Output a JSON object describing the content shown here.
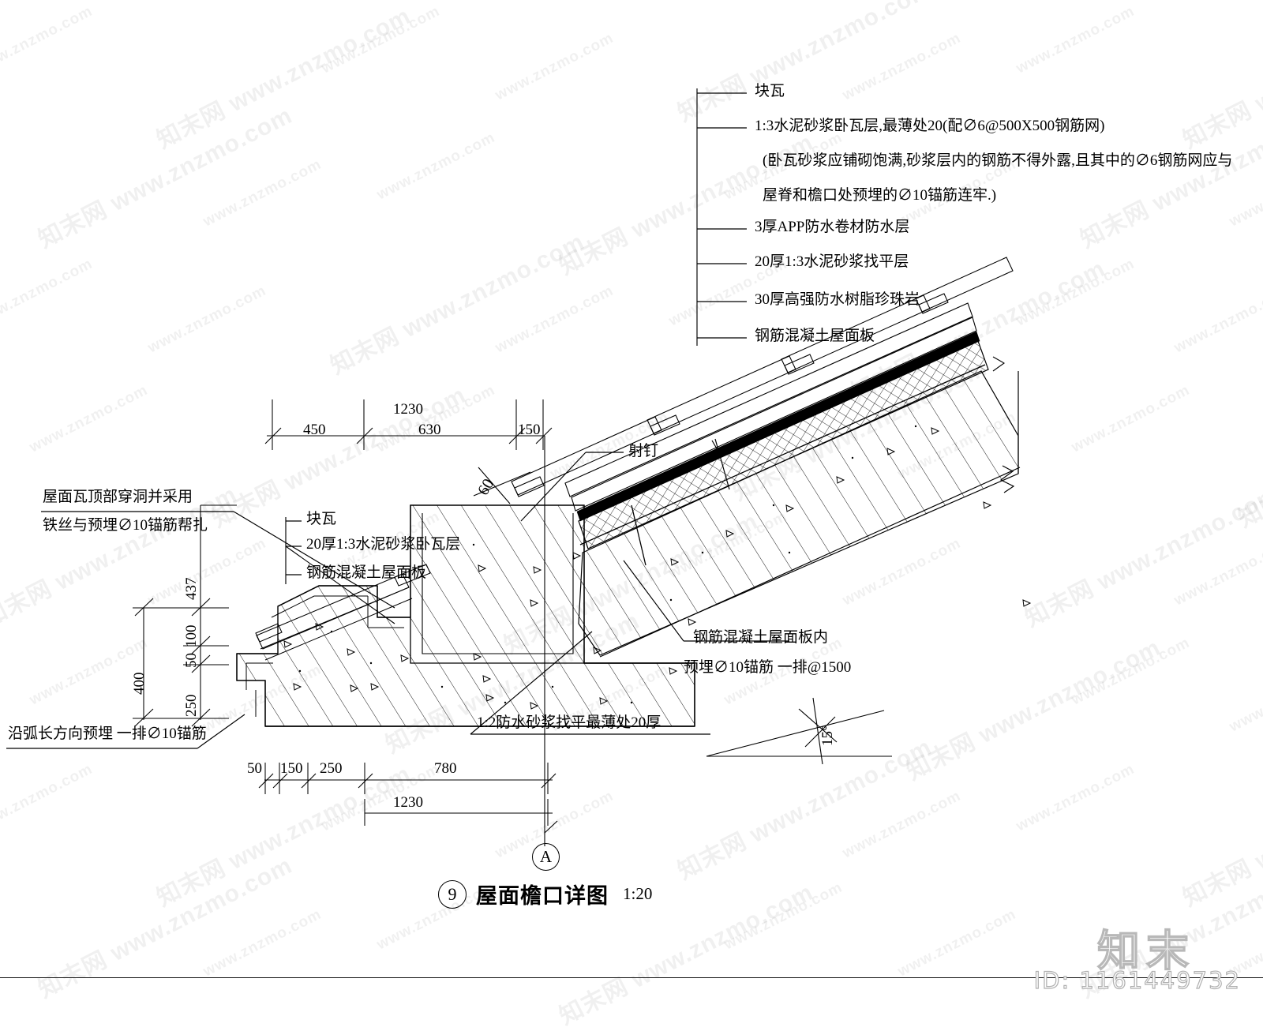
{
  "drawing": {
    "title": "屋面檐口详图",
    "detail_number": "9",
    "scale": "1:20",
    "section_marker": "A",
    "angle_note": "15°",
    "angle_note_60": "60"
  },
  "callouts_right": {
    "items": [
      "块瓦",
      "1:3水泥砂浆卧瓦层,最薄处20(配∅6@500X500钢筋网)",
      "(卧瓦砂浆应铺砌饱满,砂浆层内的钢筋不得外露,且其中的∅6钢筋网应与",
      "屋脊和檐口处预埋的∅10锚筋连牢.)",
      "3厚APP防水卷材防水层",
      "20厚1:3水泥砂浆找平层",
      "30厚高强防水树脂珍珠岩",
      "钢筋混凝土屋面板"
    ]
  },
  "callouts_middle": {
    "items": [
      "块瓦",
      "20厚1:3水泥砂浆卧瓦层",
      "钢筋混凝土屋面板"
    ]
  },
  "labels": {
    "left_top_line1": "屋面瓦顶部穿洞并采用",
    "left_top_line2": "铁丝与预埋∅10锚筋帮扎",
    "left_bottom": "沿弧长方向预埋 一排∅10锚筋",
    "nail": "射钉",
    "rebar_line1": "钢筋混凝土屋面板内",
    "rebar_line2": "预埋∅10锚筋 一排@1500",
    "waterproof_mortar": "1:2防水砂浆找平最薄处20厚"
  },
  "dimensions": {
    "top": {
      "total": "1230",
      "segments": [
        "450",
        "630",
        "150"
      ]
    },
    "bottom": {
      "total": "1230",
      "segments": [
        "50",
        "150",
        "250",
        "780"
      ]
    },
    "vertical": {
      "overall_437": "437",
      "overall_400": "400",
      "segments": [
        "100",
        "50",
        "250"
      ]
    }
  },
  "watermarks": {
    "url": "www.znzmo.com",
    "cn": "知末网 www.znzmo.com",
    "logo": "知末",
    "id": "ID: 1161449732"
  },
  "colors": {
    "line": "#000000",
    "hatch": "#000000",
    "watermark": "#bdbdbd"
  }
}
